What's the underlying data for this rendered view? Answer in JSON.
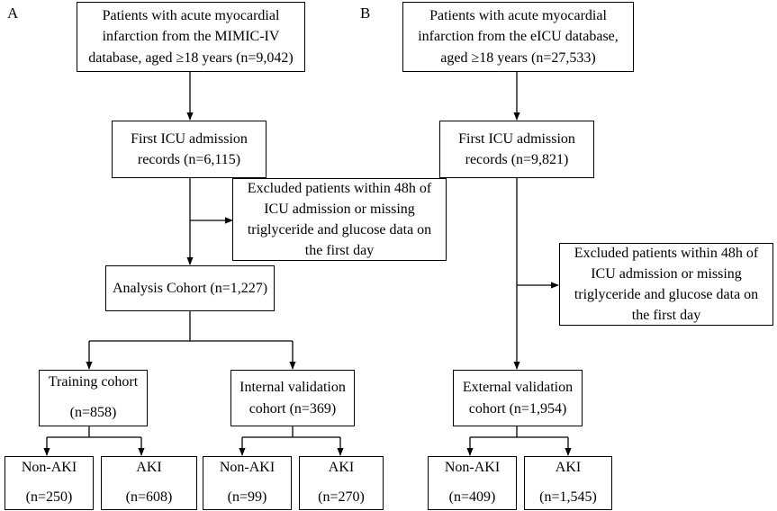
{
  "panels": {
    "a": {
      "label": "A",
      "source": "Patients with acute myocardial\ninfarction from the MIMIC-IV\ndatabase, aged ≥18 years (n=9,042)",
      "first_icu": "First ICU admission\nrecords (n=6,115)",
      "excluded": "Excluded patients within 48h of\nICU admission or missing\ntriglyceride and glucose data on\nthe first day",
      "analysis": "Analysis Cohort (n=1,227)",
      "training": "Training cohort\n\n(n=858)",
      "internal": "Internal validation\ncohort (n=369)",
      "train_nonaki": "Non-AKI\n\n(n=250)",
      "train_aki": "AKI\n\n(n=608)",
      "int_nonaki": "Non-AKI\n\n(n=99)",
      "int_aki": "AKI\n\n(n=270)"
    },
    "b": {
      "label": "B",
      "source": "Patients with acute myocardial\ninfarction from the eICU database,\naged ≥18 years (n=27,533)",
      "first_icu": "First ICU admission\nrecords (n=9,821)",
      "excluded": "Excluded patients within 48h of\nICU admission or missing\ntriglyceride and glucose data on\nthe first day",
      "external": "External validation\ncohort (n=1,954)",
      "ext_nonaki": "Non-AKI\n\n(n=409)",
      "ext_aki": "AKI\n\n(n=1,545)"
    }
  }
}
